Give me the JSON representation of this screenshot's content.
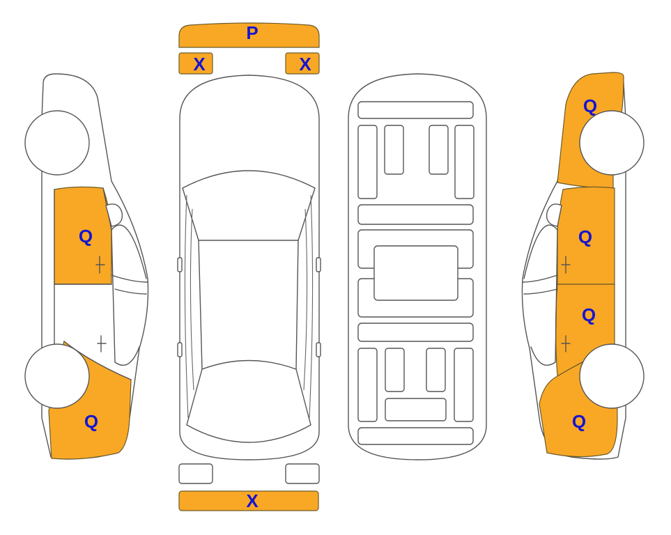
{
  "colors": {
    "damage_fill": "#F9A825",
    "label_color": "#1515D0",
    "outline": "#555555"
  },
  "labels": {
    "front_bumper": "P",
    "front_left_light": "X",
    "front_right_light": "X",
    "rear_bumper": "X",
    "left_front_door": "Q",
    "left_rear_fender": "Q",
    "right_front_fender": "Q",
    "right_front_door": "Q",
    "right_rear_door": "Q",
    "right_rear_fender": "Q"
  }
}
